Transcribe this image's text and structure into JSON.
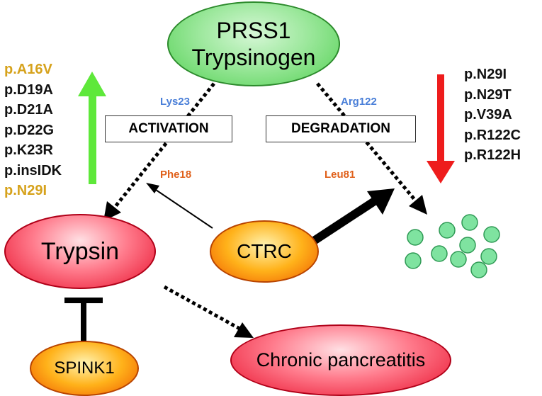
{
  "nodes": {
    "prss1_line1": "PRSS1",
    "prss1_line2": "Trypsinogen",
    "trypsin": "Trypsin",
    "ctrc": "CTRC",
    "spink1": "SPINK1",
    "chronic_pancreatitis": "Chronic pancreatitis"
  },
  "boxes": {
    "activation": "ACTIVATION",
    "degradation": "DEGRADATION"
  },
  "sites": {
    "lys23": "Lys23",
    "arg122": "Arg122",
    "phe18": "Phe18",
    "leu81": "Leu81"
  },
  "left_mutations": [
    {
      "text": "p.A16V",
      "color": "#d6a21c"
    },
    {
      "text": "p.D19A",
      "color": "#111111"
    },
    {
      "text": "p.D21A",
      "color": "#111111"
    },
    {
      "text": "p.D22G",
      "color": "#111111"
    },
    {
      "text": "p.K23R",
      "color": "#111111"
    },
    {
      "text": "p.insIDK",
      "color": "#111111"
    },
    {
      "text": "p.N29I",
      "color": "#d6a21c"
    }
  ],
  "right_mutations": [
    {
      "text": "p.N29I"
    },
    {
      "text": "p.N29T"
    },
    {
      "text": "p.V39A"
    },
    {
      "text": "p.R122C"
    },
    {
      "text": "p.R122H"
    }
  ],
  "colors": {
    "increase_arrow": "#5ee83a",
    "decrease_arrow": "#ee1c1c",
    "degraded_fragments": "#7fe3a0",
    "site_label_blue": "#4a7fd8",
    "site_label_orange": "#e0601a"
  }
}
